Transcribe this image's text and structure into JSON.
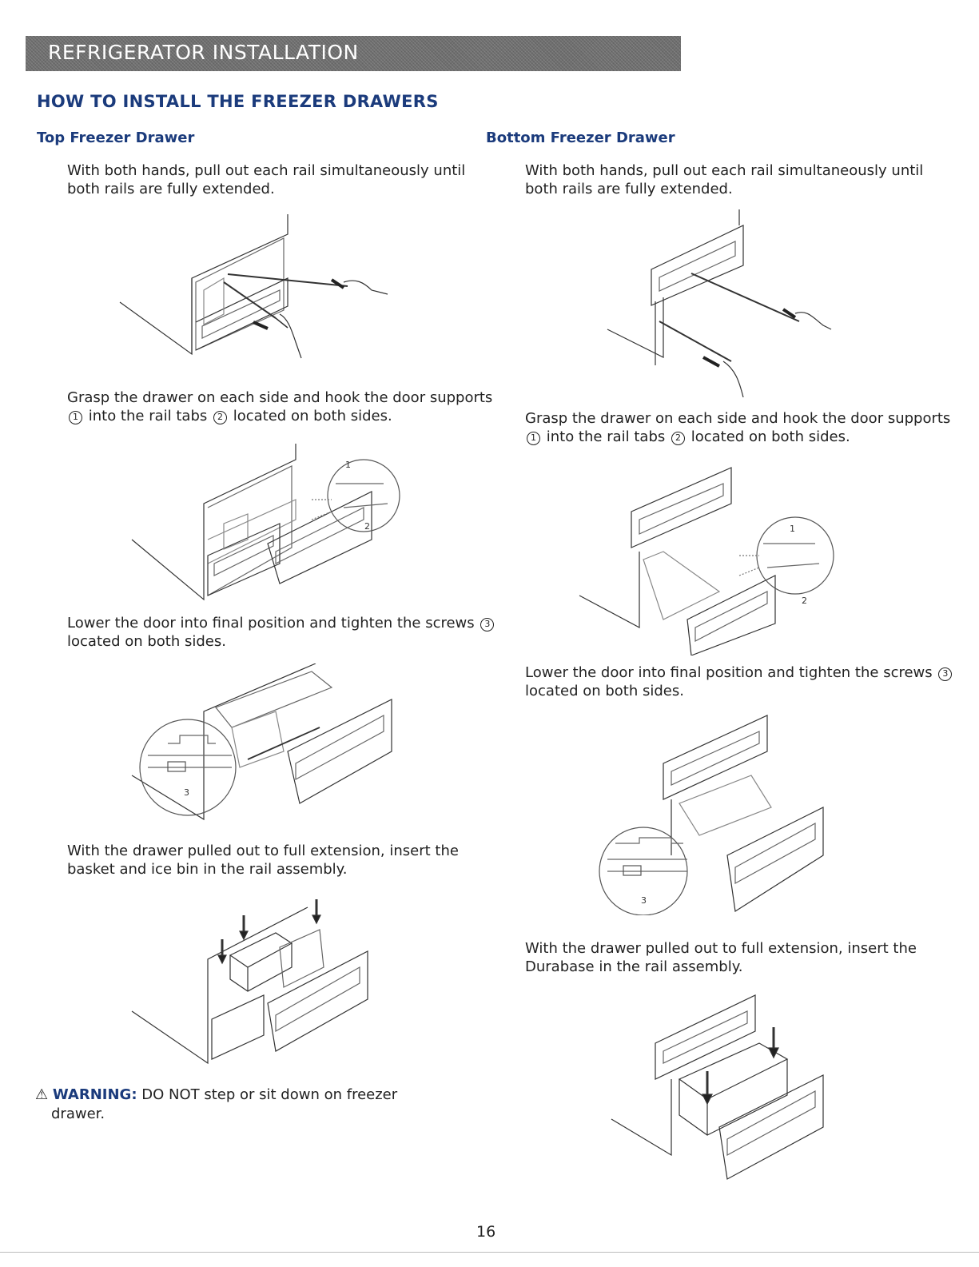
{
  "header": {
    "banner": "REFRIGERATOR INSTALLATION",
    "section_title": "HOW TO INSTALL THE FREEZER DRAWERS"
  },
  "top_drawer": {
    "title": "Top Freezer Drawer",
    "step1": "With both hands, pull out each rail simultaneously until both rails are fully extended.",
    "step2_a": "Grasp the drawer on each side and hook the door supports",
    "step2_b": "into the rail tabs",
    "step2_c": "located on both sides.",
    "step3_a": "Lower the door into final position and tighten the screws",
    "step3_b": "located on both sides.",
    "step4": "With the drawer pulled out to full extension, insert the basket and ice bin in the rail assembly."
  },
  "bottom_drawer": {
    "title": "Bottom Freezer Drawer",
    "step1": "With both hands, pull out each rail simultaneously until both rails are fully extended.",
    "step2_a": "Grasp the drawer on each side and hook the door supports",
    "step2_b": "into the rail tabs",
    "step2_c": "located on both sides.",
    "step3_a": "Lower the door into final position and tighten the screws",
    "step3_b": "located on both sides.",
    "step4": "With the drawer pulled out to full extension, insert the Durabase in the rail assembly."
  },
  "callouts": {
    "one": "1",
    "two": "2",
    "three": "3"
  },
  "warning": {
    "label": "WARNING:",
    "text_a": "DO NOT step or sit down on freezer",
    "text_b": "drawer."
  },
  "footer": {
    "page_number": "16"
  },
  "colors": {
    "heading": "#1b3b7c",
    "banner": "#6f6f6f"
  }
}
